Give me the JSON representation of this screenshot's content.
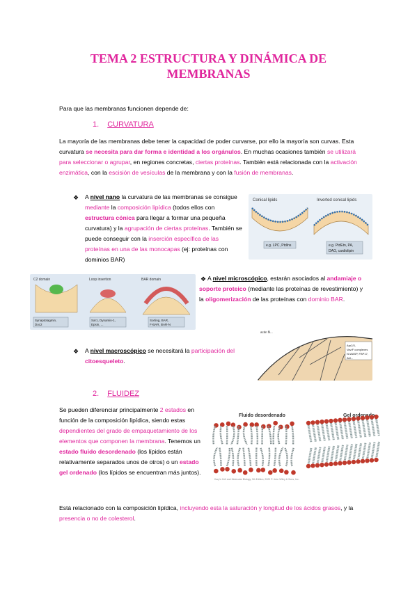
{
  "title": {
    "line1": "TEMA 2 ESTRUCTURA Y DINÁMICA DE",
    "line2": "MEMBRANAS"
  },
  "intro": "Para que las membranas funcionen depende de:",
  "section1": {
    "number": "1.",
    "heading": "CURVATURA",
    "para": [
      {
        "t": "La mayoría de las membranas debe tener la capacidad de poder curvarse, por ello la mayoría son curvas. Esta curvatura ",
        "s": "n"
      },
      {
        "t": "se necesita para dar forma e identidad a los orgánulos",
        "s": "pb"
      },
      {
        "t": ". En muchas ocasiones también ",
        "s": "n"
      },
      {
        "t": "se utilizará para seleccionar o agrupar",
        "s": "p"
      },
      {
        "t": ", en regiones concretas, ",
        "s": "n"
      },
      {
        "t": "ciertas proteínas",
        "s": "p"
      },
      {
        "t": ". También está relacionada con la ",
        "s": "n"
      },
      {
        "t": "activación enzimática",
        "s": "p"
      },
      {
        "t": ", con la ",
        "s": "n"
      },
      {
        "t": "escisión de vesículas",
        "s": "p"
      },
      {
        "t": " de la membrana y con la ",
        "s": "n"
      },
      {
        "t": "fusión de membranas",
        "s": "p"
      },
      {
        "t": ".",
        "s": "n"
      }
    ],
    "nano": [
      {
        "t": "A ",
        "s": "n"
      },
      {
        "t": "nivel nano",
        "s": "bu"
      },
      {
        "t": " la curvatura de las membranas se consigue ",
        "s": "n"
      },
      {
        "t": "mediante",
        "s": "p"
      },
      {
        "t": " la ",
        "s": "n"
      },
      {
        "t": "composición lipídica",
        "s": "p"
      },
      {
        "t": " (todos ellos con ",
        "s": "n"
      },
      {
        "t": "estructura cónica",
        "s": "pb"
      },
      {
        "t": " para llegar a formar una pequeña curvatura) y la ",
        "s": "n"
      },
      {
        "t": "agrupación de ciertas proteínas",
        "s": "p"
      },
      {
        "t": ". También se puede conseguir con la ",
        "s": "n"
      },
      {
        "t": "inserción específica de las proteínas en una de las monocapas",
        "s": "p"
      },
      {
        "t": " (ej: proteínas con dominios BAR)",
        "s": "n"
      }
    ],
    "micro": [
      {
        "t": "A ",
        "s": "n"
      },
      {
        "t": "nivel microscópico",
        "s": "bu"
      },
      {
        "t": ", estarán asociados al ",
        "s": "n"
      },
      {
        "t": "andamiaje o soporte proteico",
        "s": "pb"
      },
      {
        "t": " (mediante las proteínas de revestimiento) y la ",
        "s": "n"
      },
      {
        "t": "oligomerización",
        "s": "pb"
      },
      {
        "t": " de las proteínas con ",
        "s": "n"
      },
      {
        "t": "dominio BAR",
        "s": "p"
      },
      {
        "t": ".",
        "s": "n"
      }
    ],
    "macro": [
      {
        "t": "A ",
        "s": "n"
      },
      {
        "t": "nivel macroscópico",
        "s": "bu"
      },
      {
        "t": " se necesitará la ",
        "s": "n"
      },
      {
        "t": "participación del ",
        "s": "p"
      },
      {
        "t": "citoesqueleto",
        "s": "pb"
      },
      {
        "t": ".",
        "s": "n"
      }
    ]
  },
  "figures": {
    "conical": {
      "left_title": "Conical lipids",
      "right_title": "Inverted conical lipids",
      "left_label": "e.g. LPC, PtdIns",
      "right_label1": "e.g. PtdEtn, PA,",
      "right_label2": "DAG, cardiolipin"
    },
    "micro": {
      "a_title": "C2 domain",
      "b_title": "Loop insertion",
      "c_title": "BAR domain",
      "a_label1": "Synaptotagmin,",
      "a_label2": "Doc2",
      "b_label1": "Sar1, Dynamin-1,",
      "b_label2": "Epsin, ...",
      "c_label1": "Sorting, BAR,",
      "c_label2": "F-BAR, BAR-N"
    },
    "macro": {
      "top_label": "actin fil...",
      "label1": "Arp2/3,",
      "label2": "Vav/F complexes",
      "label3": "N-WASP, FBP17,",
      "label4": "Abl..."
    },
    "fluid": {
      "left_title": "Fluido desordenado",
      "right_title": "Gel ordenado",
      "caption": "Karp's Cell and Molecular Biology, 9th Edition, 2020 © John Wiley & Sons, Inc."
    }
  },
  "section2": {
    "number": "2.",
    "heading": "FLUIDEZ",
    "para": [
      {
        "t": "Se pueden diferenciar principalmente ",
        "s": "n"
      },
      {
        "t": "2 estados",
        "s": "p"
      },
      {
        "t": " en función de la composición lipídica, siendo estas ",
        "s": "n"
      },
      {
        "t": "dependientes del grado de empaquetamiento de los elementos que componen la membrana",
        "s": "p"
      },
      {
        "t": ". Tenemos un ",
        "s": "n"
      },
      {
        "t": "estado fluido desordenado",
        "s": "pb"
      },
      {
        "t": " (los lípidos están relativamente separados unos de otros) o un ",
        "s": "n"
      },
      {
        "t": "estado gel ordenado",
        "s": "pb"
      },
      {
        "t": " (los lípidos se encuentran más juntos).",
        "s": "n"
      }
    ],
    "para2": [
      {
        "t": "Está relacionado con la composición lipídica, ",
        "s": "n"
      },
      {
        "t": "incluyendo esta la saturación y longitud de los ácidos grasos",
        "s": "p"
      },
      {
        "t": ", y la ",
        "s": "n"
      },
      {
        "t": "presencia o no de colesterol",
        "s": "p"
      },
      {
        "t": ".",
        "s": "n"
      }
    ]
  },
  "icons": {
    "bullet": "❖"
  },
  "colors": {
    "accent": "#e0259c"
  }
}
